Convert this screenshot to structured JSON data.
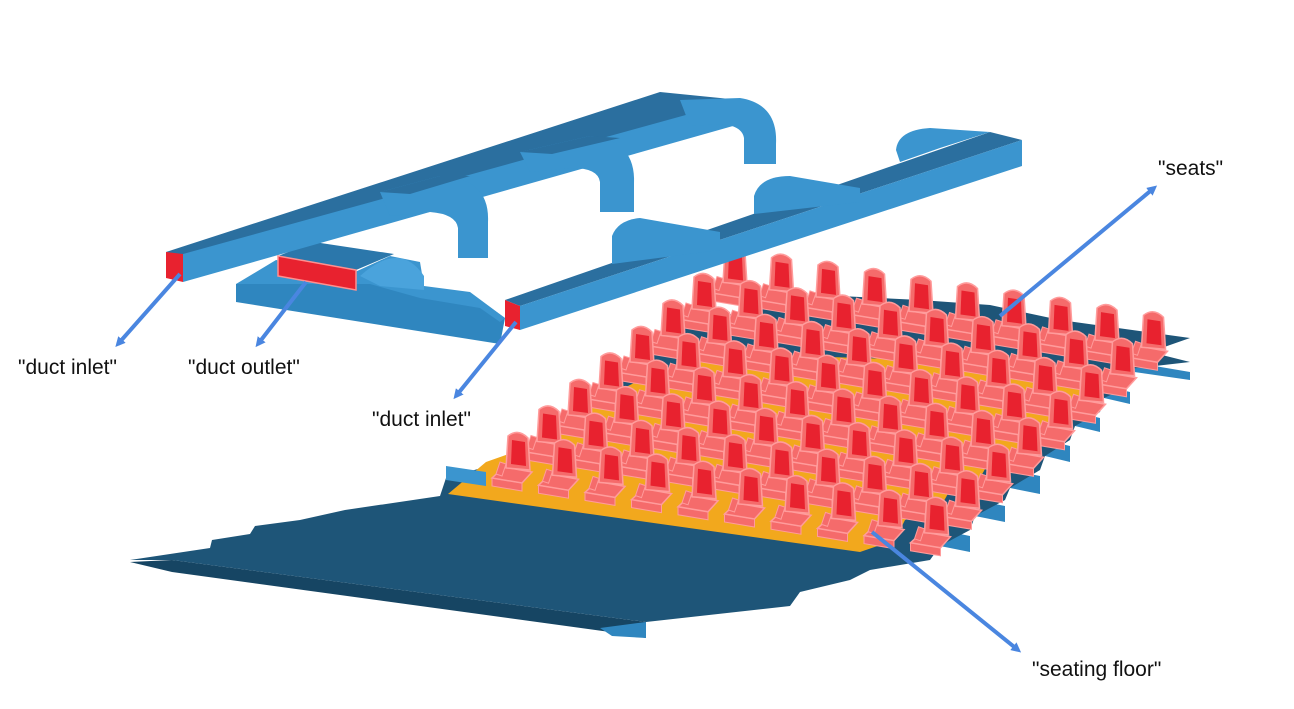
{
  "labels": {
    "duct_inlet_left": "\"duct inlet\"",
    "duct_outlet": "\"duct outlet\"",
    "duct_inlet_center": "\"duct inlet\"",
    "seats": "\"seats\"",
    "seating_floor": "\"seating floor\""
  },
  "colors": {
    "duct_top": "#3b95cf",
    "duct_front": "#2f86bf",
    "duct_dark": "#1f5e86",
    "floor_top": "#1e5578",
    "floor_edge": "#164563",
    "seating_floor": "#f2a81d",
    "seat_fill": "#f56b6b",
    "seat_dark": "#e8222f",
    "seat_outline": "#ff9c9c",
    "inlet_red": "#e8222f",
    "arrow": "#4a86e0",
    "background": "#ffffff"
  },
  "seats": {
    "rows": 8,
    "columns": 10
  }
}
